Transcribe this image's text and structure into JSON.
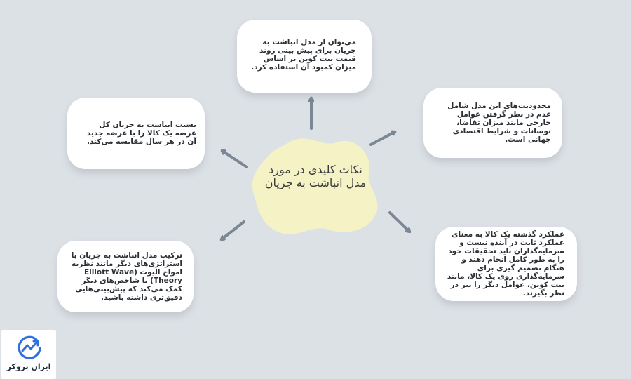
{
  "diagram": {
    "center_label": "نکات کلیدی در مورد مدل انباشت به جریان",
    "nodes": {
      "top": "می‌توان از مدل انباشت به جریان برای پیش بینی روند قیمت بیت کوین بر اساس میزان کمبود آن استفاده کرد.",
      "right_top": "محدودیت‌های این مدل شامل عدم در نظر گرفتن عوامل خارجی مانند میزان تقاضا، نوسانات و شرایط اقتصادی جهانی است.",
      "left_top": "نسبت انباشت به جریان کل عرضه یک کالا را با عرضه جدید آن در هر سال مقایسه می‌کند.",
      "left_bottom": "ترکیب مدل انباشت به جریان با استراتژی‌های دیگر مانند نظریه امواج الیوت (Elliott Wave Theory) یا شاخص‌های دیگر کمک می‌کند که پیش‌بینی‌هایی دقیق‌تری داشته باشید.",
      "right_bottom": "عملکرد گذشته یک کالا به معنای عملکرد ثابت در آینده نیست و سرمایه‌گذاران باید تحقیقات خود را به طور کامل انجام دهند و هنگام تصمیم گیری برای سرمایه‌گذاری روی یک کالا، مانند بیت کوین، عوامل دیگر را نیز در نظر بگیرند."
    }
  },
  "logo": {
    "text": "ایران بروکر",
    "icon": "chart-trend-circle-icon"
  },
  "colors": {
    "background": "#dce1e6",
    "card": "#ffffff",
    "center_blob": "#f5f2c6",
    "arrow": "#7a8794",
    "logo_blue": "#2f6fe0"
  }
}
